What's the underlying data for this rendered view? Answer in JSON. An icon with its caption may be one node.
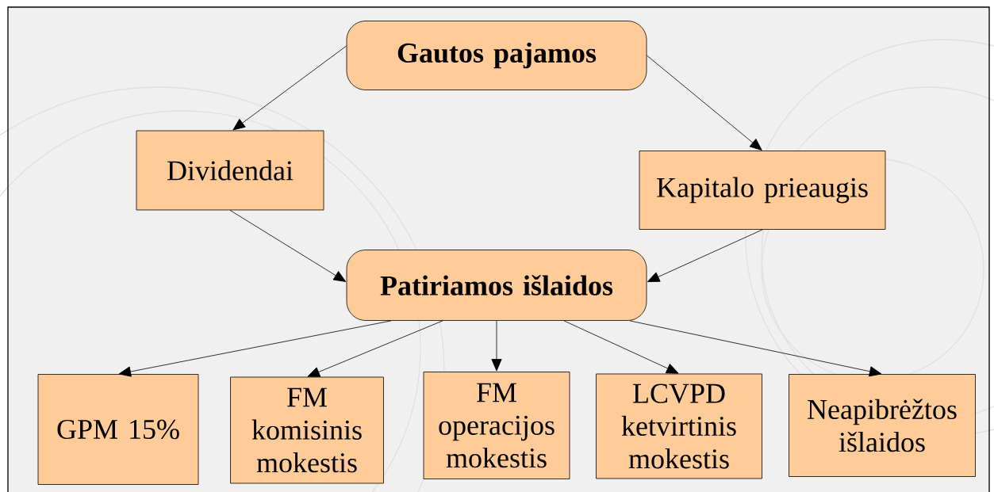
{
  "diagram": {
    "nodes": [
      {
        "text": [
          "Gautos pajamos"
        ]
      },
      {
        "text": [
          "Dividendai"
        ]
      },
      {
        "text": [
          "Kapitalo prieaugis"
        ]
      },
      {
        "text": [
          "Patiriamos išlaidos"
        ]
      },
      {
        "text": [
          "GPM 15%"
        ]
      },
      {
        "text": [
          "FM komisinis mokestis"
        ]
      },
      {
        "text": [
          "FM operacijos mokestis"
        ]
      },
      {
        "text": [
          "LCVPD ketvirtinis mokestis"
        ]
      },
      {
        "text": [
          "Neapibrėžtos išlaidos"
        ]
      }
    ],
    "edges": [
      {
        "from": 0,
        "to": 1,
        "arrow": "to"
      },
      {
        "from": 0,
        "to": 2,
        "arrow": "to"
      },
      {
        "from": 1,
        "to": 3,
        "arrow": "to"
      },
      {
        "from": 2,
        "to": 3,
        "arrow": "to"
      },
      {
        "from": 3,
        "to": 4,
        "arrow": "to"
      },
      {
        "from": 3,
        "to": 5,
        "arrow": "to"
      },
      {
        "from": 3,
        "to": 6,
        "arrow": "to"
      },
      {
        "from": 3,
        "to": 7,
        "arrow": "to"
      },
      {
        "from": 3,
        "to": 8,
        "arrow": "to"
      }
    ]
  }
}
